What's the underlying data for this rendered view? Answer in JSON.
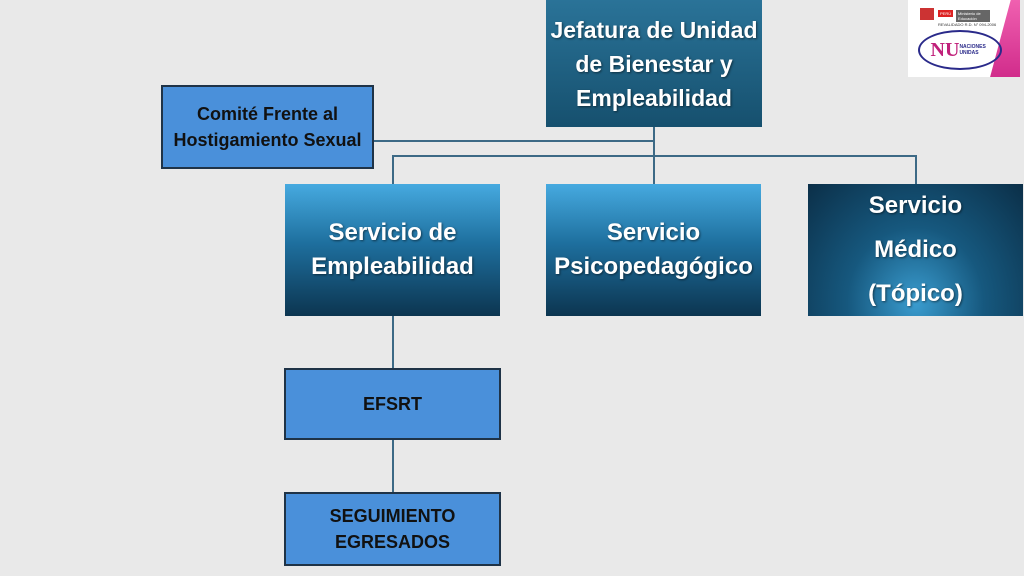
{
  "head": {
    "title": "Jefatura de Unidad de Bienestar y Empleabilidad"
  },
  "committee": {
    "label": "Comité Frente al Hostigamiento Sexual"
  },
  "services": [
    {
      "label": "Servicio de Empleabilidad"
    },
    {
      "label": "Servicio Psicopedagógico"
    },
    {
      "label": "Servicio Médico (Tópico)"
    }
  ],
  "sub": [
    {
      "label": "EFSRT"
    },
    {
      "label": "SEGUIMIENTO EGRESADOS"
    }
  ],
  "logo": {
    "country": "PERÚ",
    "ministry": "Ministerio de Educación",
    "revalidation": "REVALIDADO R.D. N° 094-2006",
    "mark": "NU",
    "name": "NACIONES UNIDAS"
  },
  "colors": {
    "head": "#1d5f80",
    "service": "#1e6f9e",
    "light": "#4a90da",
    "background": "#e9e9e9"
  }
}
